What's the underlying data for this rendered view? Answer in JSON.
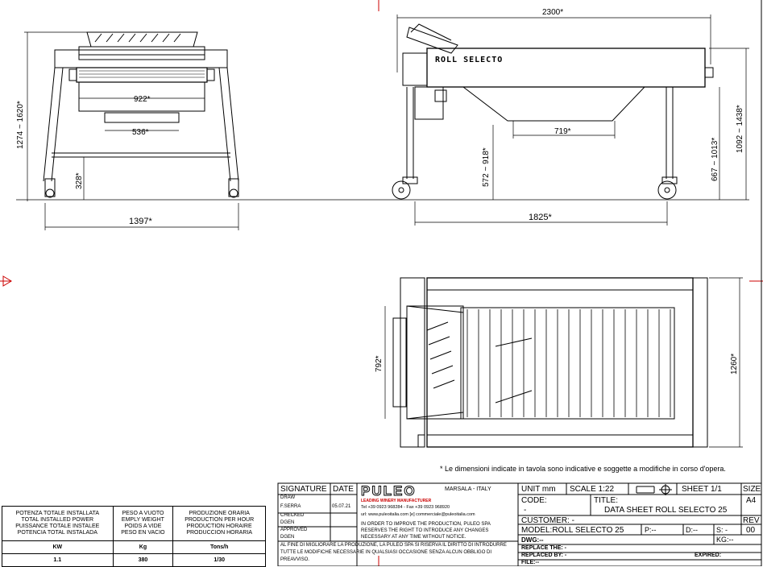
{
  "views": {
    "front": {
      "width": "922*",
      "inner": "536*",
      "height": "1274 ~ 1620*",
      "ground": "328*",
      "base": "1397*"
    },
    "side": {
      "overall": "2300*",
      "machine_label": "ROLL SELECTO",
      "hopper": "719*",
      "length": "1825*",
      "left_height": "572 ~ 918*",
      "right_height": "667 ~ 1013*",
      "height": "1092 ~ 1438*"
    },
    "top": {
      "width": "792*",
      "depth": "1260*"
    }
  },
  "note": "* Le dimensioni indicate in tavola sono indicative e soggette a modifiche in corso d'opera.",
  "spec_table": {
    "headers": [
      [
        "POTENZA TOTALE INSTALLATA",
        "TOTAL INSTALLED POWER",
        "PUISSANCE TOTALE INSTALEE",
        "POTENCIA TOTAL INSTALADA"
      ],
      [
        "PESO A VUOTO",
        "EMPLY WEIGHT",
        "POIDS A VIDE",
        "PESO EN VACIO"
      ],
      [
        "PRODUZIONE ORARIA",
        "PRODUCTION PER HOUR",
        "PRODUCTION HORAIRE",
        "PRODUCCION HORARIA"
      ]
    ],
    "units": [
      "KW",
      "Kg",
      "Tons/h"
    ],
    "values": [
      "1.1",
      "380",
      "1/30"
    ]
  },
  "title_block": {
    "signature_label": "SIGNATURE",
    "date_label": "DATE",
    "rows": [
      {
        "label": "DRAW",
        "value": "F.SERRA",
        "date": "05.07.21"
      },
      {
        "label": "CHECKED",
        "value": "DGEN",
        "date": ""
      },
      {
        "label": "APPROVED",
        "value": "DGEN",
        "date": ""
      }
    ],
    "company": "PULEO",
    "tagline": "LEADING WINERY MANUFACTURER",
    "location": "MARSALA - ITALY",
    "contact1": "Tel +39 0923 968284 - Fax +39 0923 968920",
    "contact2": "url: www.puleoitalia.com  [e] commerciale@puleoitalia.com",
    "disclaimer_en": "IN ORDER TO IMPROVE THE PRODUCTION, PULEO SPA RESERVES THE RIGHT TO INTRODUCE ANY CHANGES NECESSARY AT ANY TIME WITHOUT NOTICE.",
    "disclaimer_it": "AL FINE DI MIGLIORARE LA PRODUZIONE, LA PULEO SPA SI RISERVA IL DIRITTO DI INTRODURRE TUTTE LE MODIFICHE NECESSARIE IN QUALSIASI OCCASIONE SENZA ALCUN OBBLIGO DI PREAVVISO.",
    "unit": "UNIT mm",
    "scale": "SCALE 1:22",
    "sheet": "SHEET 1/1",
    "size_label": "SIZE",
    "size": "A4",
    "code_label": "CODE:",
    "code": "-",
    "title_label": "TITLE:",
    "title": "DATA SHEET ROLL SELECTO 25",
    "rev_label": "REV",
    "rev": "00",
    "customer": "CUSTOMER:  -",
    "kg": "KG:--",
    "model": "MODEL:ROLL SELECTO 25",
    "p": "P:--",
    "d": "D:--",
    "s": "S: -",
    "dwg": "DWG:--",
    "replace_the": "REPLACE THE:  -",
    "replaced_by": "REPLACED BY:  -",
    "file": "FILE:--",
    "expired": "EXPIRED:"
  }
}
